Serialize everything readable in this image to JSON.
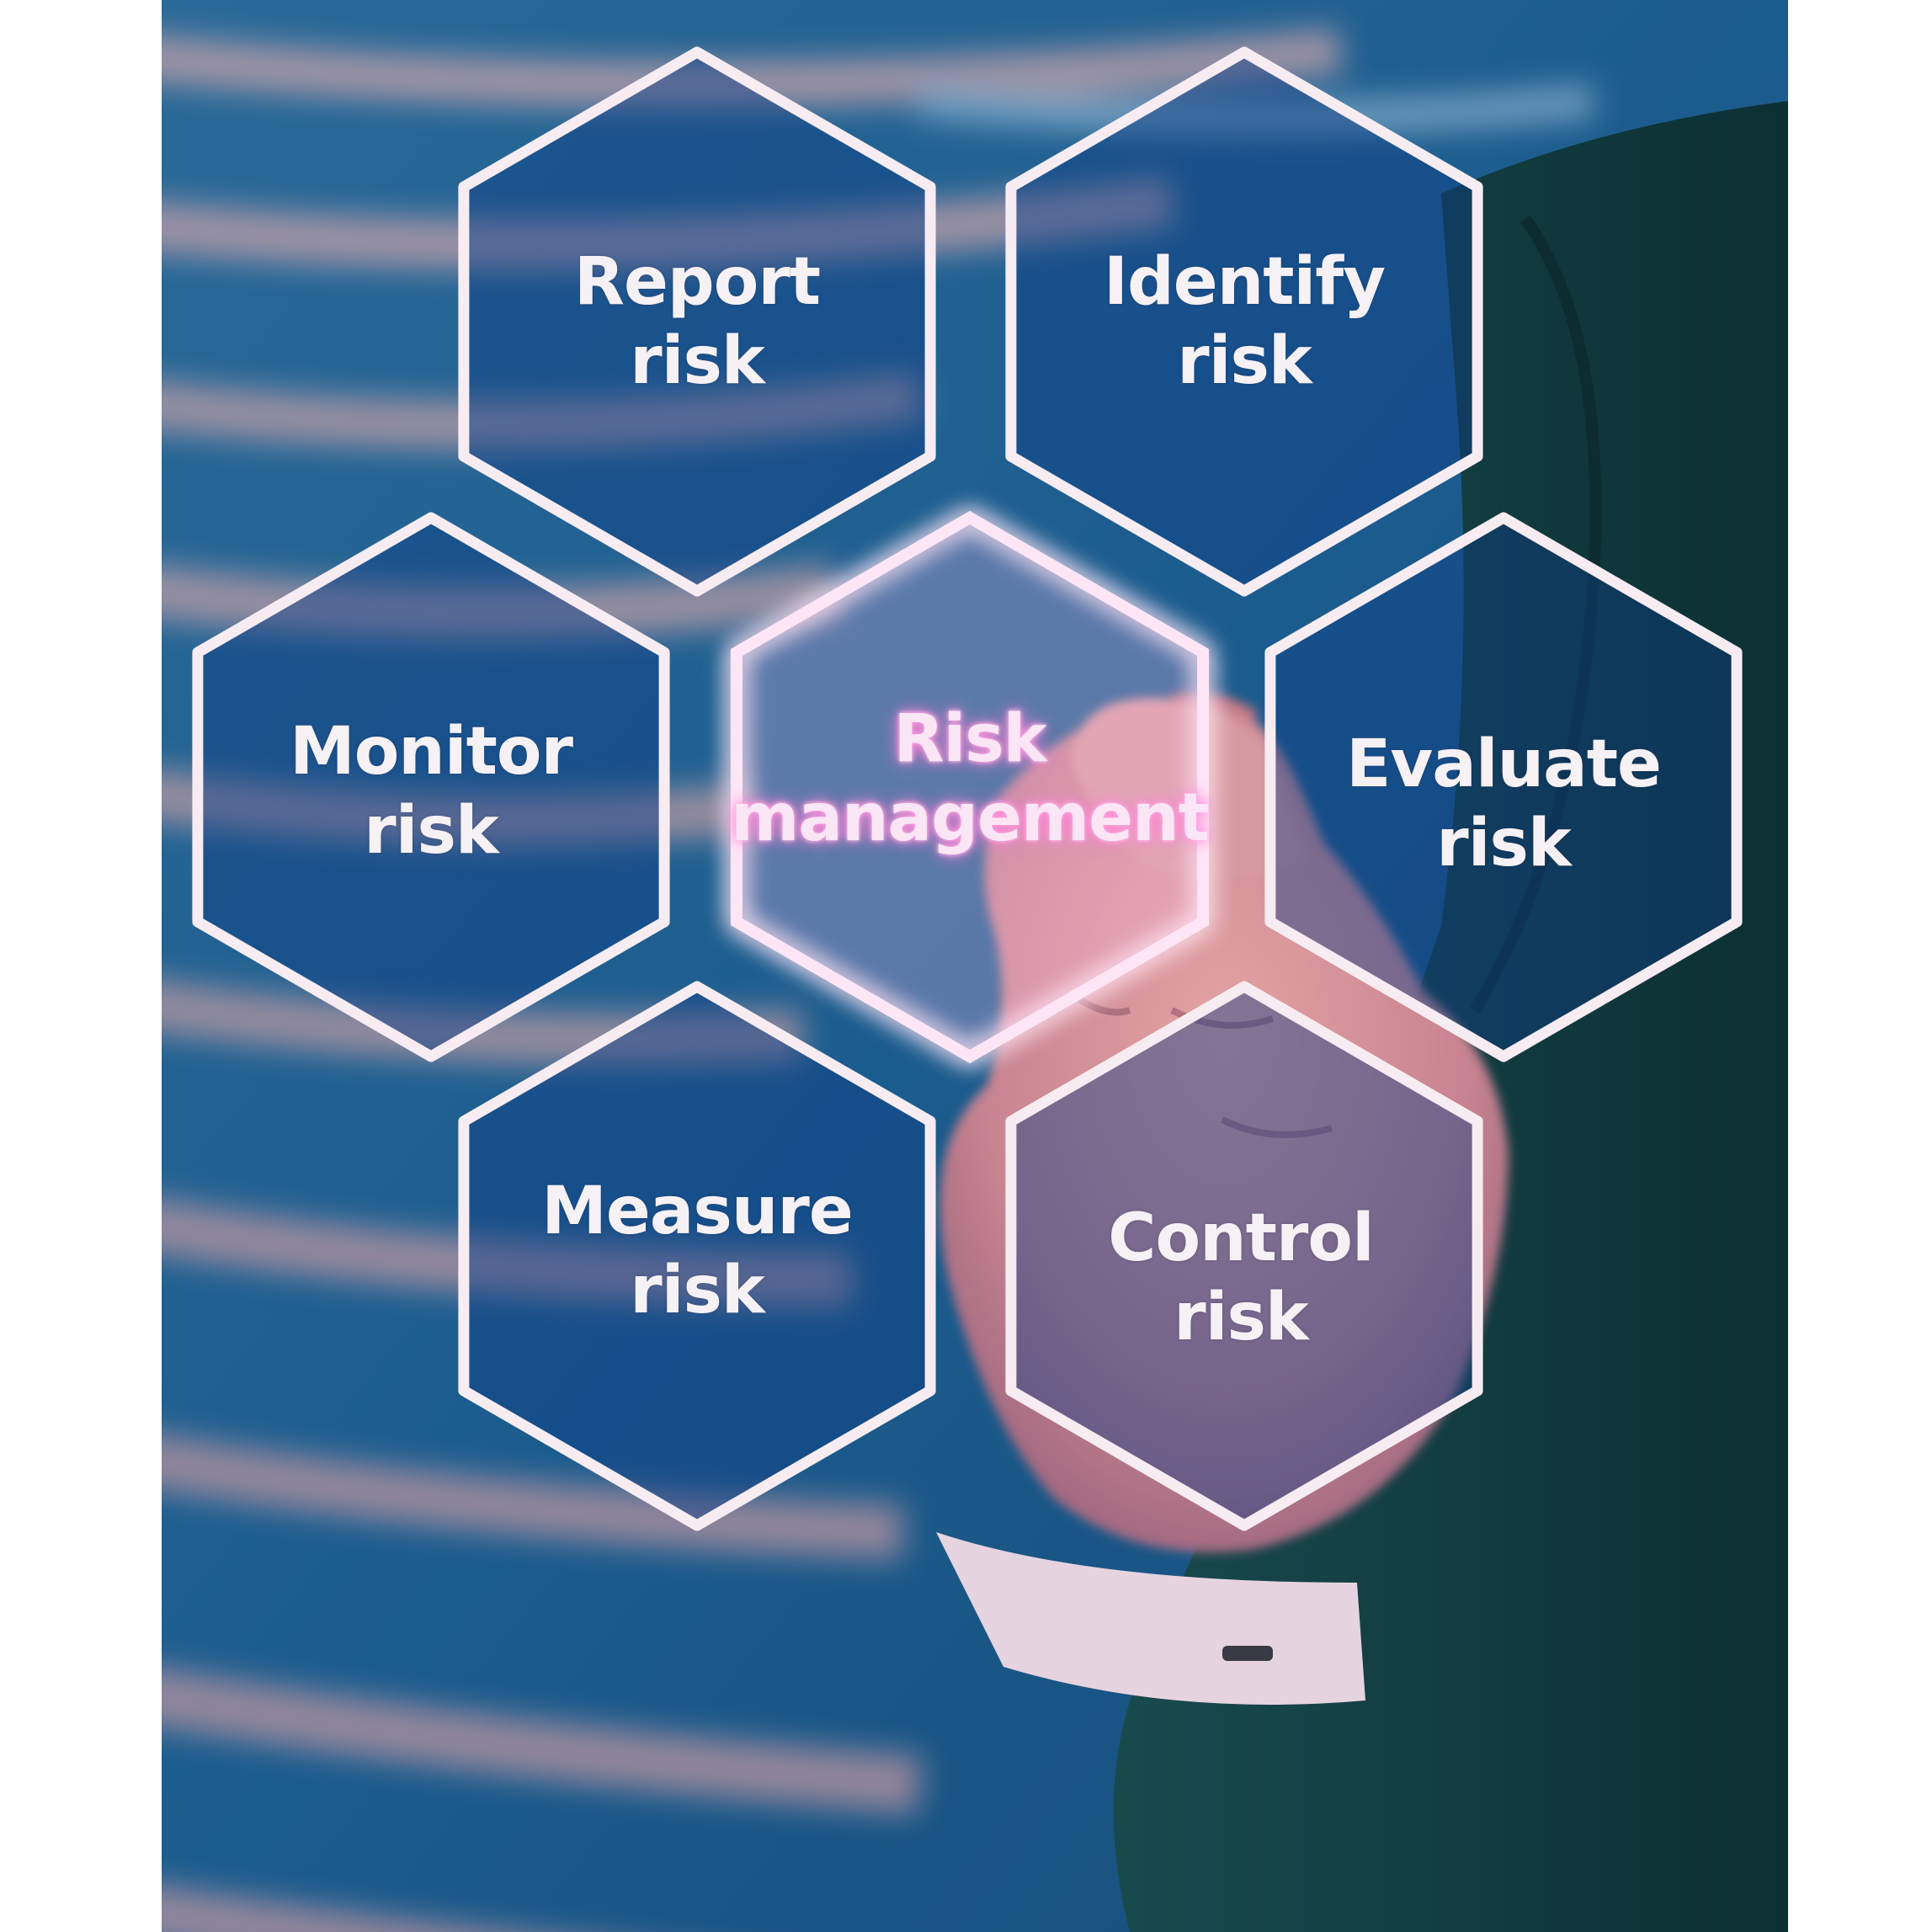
{
  "hexagons": [
    {
      "id": "report",
      "line1": "Report",
      "line2": "risk"
    },
    {
      "id": "identify",
      "line1": "Identify",
      "line2": "risk"
    },
    {
      "id": "monitor",
      "line1": "Monitor",
      "line2": "risk"
    },
    {
      "id": "center",
      "line1": "Risk",
      "line2": "management"
    },
    {
      "id": "evaluate",
      "line1": "Evaluate",
      "line2": "risk"
    },
    {
      "id": "measure",
      "line1": "Measure",
      "line2": "risk"
    },
    {
      "id": "control",
      "line1": "Control",
      "line2": "risk"
    }
  ],
  "colors": {
    "background_blue": "#1d5a8c",
    "background_stripe": "#b19aa8",
    "hex_fill": "#0f3f86",
    "hex_stroke": "#f7ecf2",
    "center_glow": "#ff8fd8",
    "suit": "#123b3d",
    "skin": "#d8949a",
    "cuff": "#e9d7e4"
  }
}
